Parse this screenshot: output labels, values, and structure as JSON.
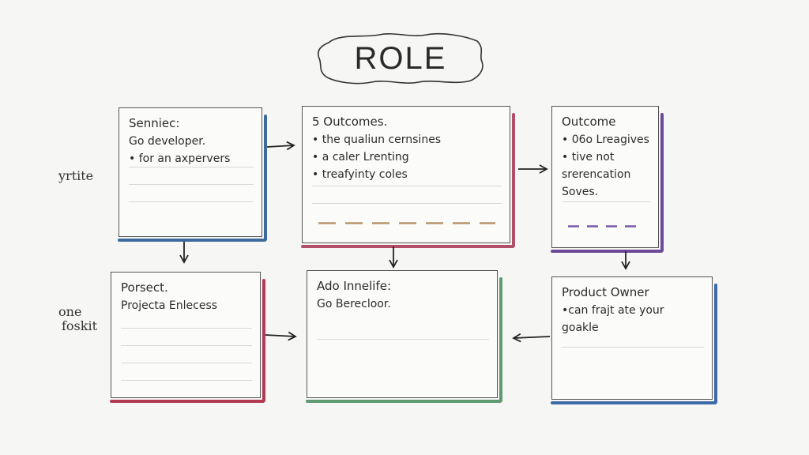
{
  "title": "ROLE",
  "side_labels": {
    "left_top": "yrtite",
    "left_bottom_1": "one",
    "left_bottom_2": "foskit"
  },
  "cards": [
    {
      "id": "c1",
      "title": "Senniec:",
      "lines": [
        "Go developer.",
        "• for an axpervers"
      ],
      "accent": "#3d6b9c"
    },
    {
      "id": "c2",
      "title": "5 Outcomes.",
      "lines": [
        "• the qualiun cernsines",
        "• a  caler Lrenting",
        "• treafyinty coles"
      ],
      "accent": "#b2506a",
      "dash_color": "#b8946a"
    },
    {
      "id": "c3",
      "title": "Outcome",
      "lines": [
        "• 06o Lreagives",
        "• tive not",
        "  srerencation",
        "  Soves."
      ],
      "accent": "#6c4a9a",
      "dash_color": "#7a5aa8"
    },
    {
      "id": "c4",
      "title": "Porsect.",
      "lines": [
        "Projecta Enlecess"
      ],
      "accent": "#b23a55"
    },
    {
      "id": "c5",
      "title": "Ado Innelife:",
      "lines": [
        "Go Berecloor."
      ],
      "accent": "#5f9a72"
    },
    {
      "id": "c6",
      "title": "Product Owner",
      "lines": [
        "•can frajt ate your",
        "  goakle"
      ],
      "accent": "#3d6aa8"
    }
  ]
}
